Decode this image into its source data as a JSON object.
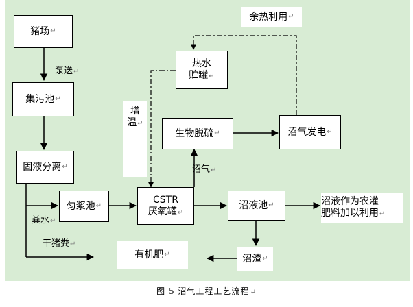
{
  "nodes": {
    "pig_farm": "猪场",
    "collection_tank": "集污池",
    "separation": "固液分离",
    "mixing_tank": "匀浆池",
    "cstr_line1": "CSTR",
    "cstr_line2": "厌氧罐",
    "desulfurization": "生物脱硫",
    "generation": "沼气发电",
    "hot_water_line1": "热水",
    "hot_water_line2": "贮罐",
    "digestate_tank": "沼液池",
    "digestate_use_line1": "沼液作为农灌",
    "digestate_use_line2": "肥料加以利用",
    "residue": "沼渣",
    "organic_fertilizer": "有机肥",
    "waste_heat": "余热利用",
    "heating_line1": "增",
    "heating_line2": "温"
  },
  "labels": {
    "pump": "泵送",
    "biogas": "沼气",
    "manure_water": "粪水",
    "dry_manure": "干猪粪"
  },
  "caption": "图 5 沼气工程工艺流程"
}
